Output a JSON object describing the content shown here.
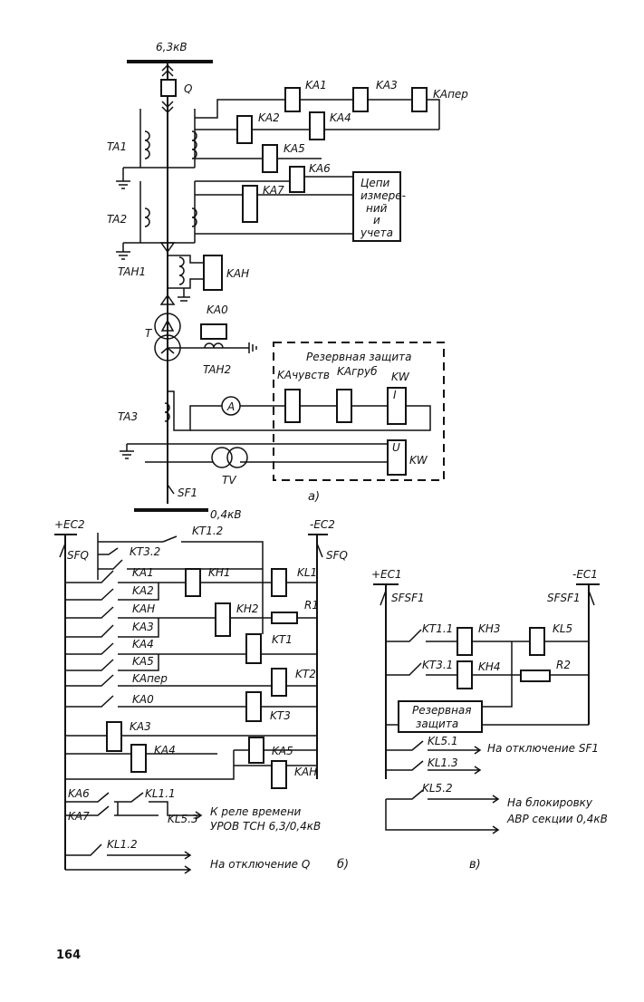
{
  "page_number": "164",
  "diagram_a": {
    "caption": "а)",
    "bus_hv": "6,3кВ",
    "bus_lv": "0,4кВ",
    "breaker": "Q",
    "ct1": "TA1",
    "ct2": "TA2",
    "ct3": "TA3",
    "tan1": "TAH1",
    "tan2": "TAH2",
    "transformer": "T",
    "vt": "TV",
    "lv_breaker": "SF1",
    "relays": {
      "ka1": "KA1",
      "ka2": "KA2",
      "ka3": "KA3",
      "ka4": "KA4",
      "ka5": "KA5",
      "ka6": "KA6",
      "ka7": "KA7",
      "kaper": "KAпер",
      "kan": "KAH",
      "ka0": "KA0"
    },
    "measurement_box": [
      "Цепи",
      "измере-",
      "ний",
      "и",
      "учета"
    ],
    "reserve_title": "Резервная защита",
    "ka_sens": "KAчувств",
    "ka_coarse": "KAгруб",
    "kw": "KW",
    "kw_i": "I",
    "kw_u": "U",
    "ammeter": "A"
  },
  "diagram_b": {
    "caption": "б)",
    "plus_bus": "+EC2",
    "minus_bus": "-EC2",
    "sf": "SFQ",
    "contacts": [
      "KA1",
      "KA2",
      "KAH",
      "KA3",
      "KA4",
      "KA5",
      "KAпер",
      "KA0"
    ],
    "kt12": "KT1.2",
    "kt32": "KT3.2",
    "kh1": "KH1",
    "kh2": "KH2",
    "kl1": "KL1",
    "r1": "R1",
    "kt1": "KT1",
    "kt2": "KT2",
    "kt3": "KT3",
    "ka3": "KA3",
    "ka4": "KA4",
    "ka5": "KA5",
    "kan": "KAH",
    "ka6": "KA6",
    "ka7": "KA7",
    "kl11": "KL1.1",
    "kl53": "KL5.3",
    "to_timer_1": "К реле времени",
    "to_timer_2": "УРОВ ТСН 6,3/0,4кВ",
    "kl12": "KL1.2",
    "to_trip_q": "На отключение Q"
  },
  "diagram_c": {
    "caption": "в)",
    "plus_bus": "+EC1",
    "minus_bus": "-EC1",
    "sf": "SFSF1",
    "kt11": "KT1.1",
    "kt31": "KT3.1",
    "kh3": "KH3",
    "kh4": "KH4",
    "kl5": "KL5",
    "r2": "R2",
    "reserve_1": "Резервная",
    "reserve_2": "защита",
    "kl51": "KL5.1",
    "kl13": "KL1.3",
    "to_trip_sf1": "На отключение SF1",
    "kl52": "KL5.2",
    "to_block_1": "На блокировку",
    "to_block_2": "АВР секции 0,4кВ"
  }
}
